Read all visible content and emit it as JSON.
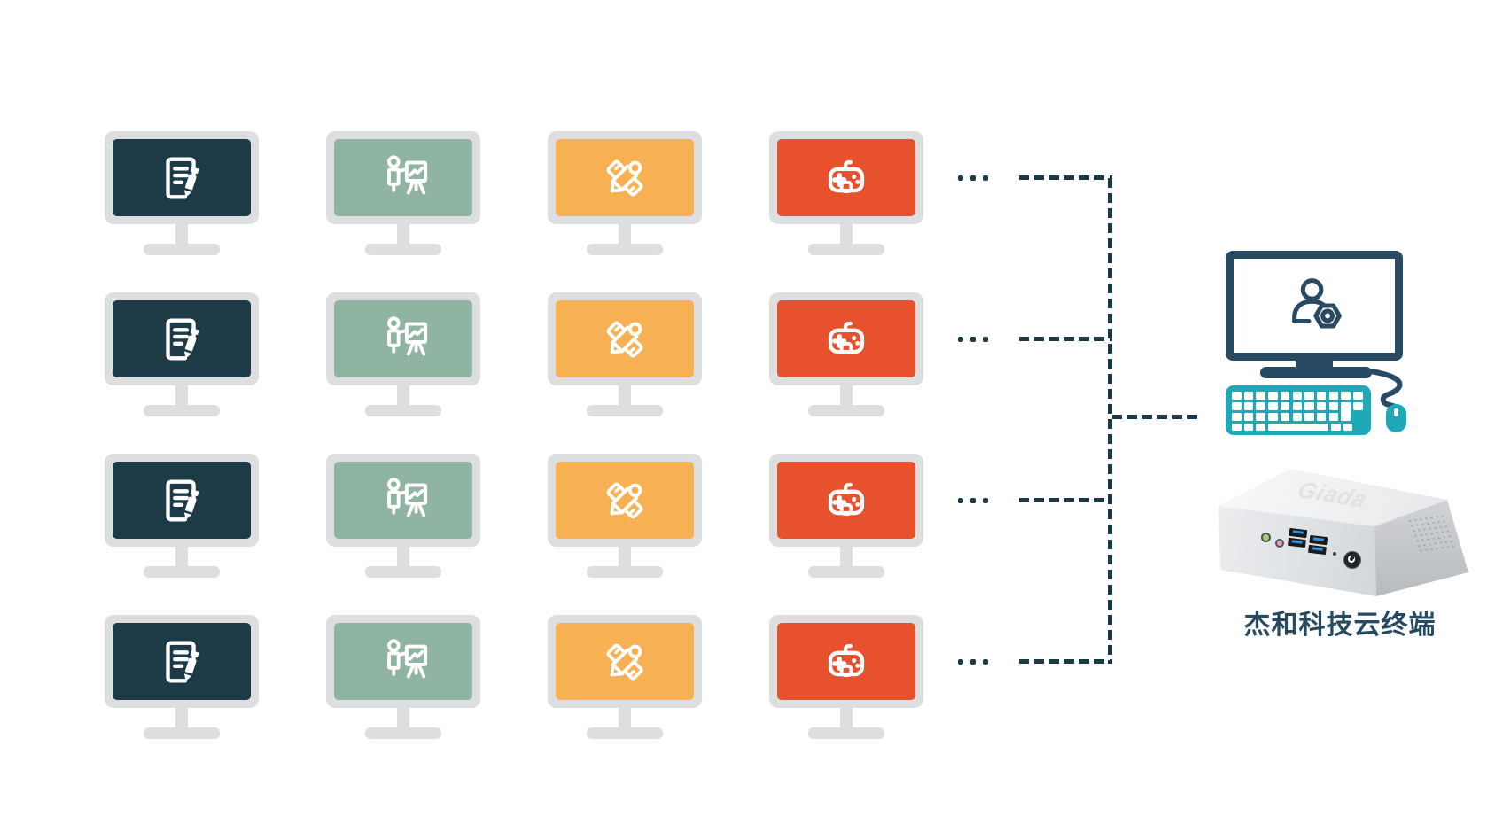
{
  "diagram": {
    "clients": {
      "rows": 4,
      "ellipsis_dots": 3,
      "frame_color": "#DCDEE0",
      "columns": [
        {
          "name": "office-document-terminal",
          "icon": "document-edit-icon",
          "screen_color": "#1C3B47"
        },
        {
          "name": "presentation-terminal",
          "icon": "presentation-chart-icon",
          "screen_color": "#8FB4A1"
        },
        {
          "name": "design-terminal",
          "icon": "ruler-pencil-icon",
          "screen_color": "#F8B152"
        },
        {
          "name": "game-terminal",
          "icon": "gamepad-icon",
          "screen_color": "#E8512D"
        }
      ]
    },
    "connector": {
      "color": "#1B3A46",
      "style": "dashed"
    },
    "host": {
      "monitor_color": "#294A63",
      "screen_icon": "user-gear-icon",
      "keyboard_color": "#1FA9B8",
      "mouse_color": "#1FA9B8",
      "device": {
        "logo": "Giada",
        "label": "杰和科技云终端",
        "label_color": "#274A60"
      }
    }
  }
}
